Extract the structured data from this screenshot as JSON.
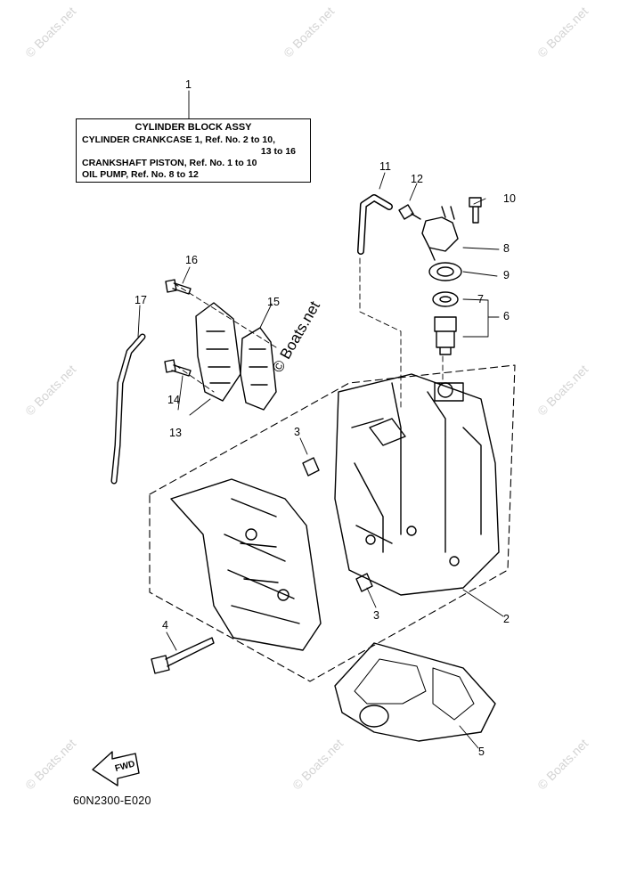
{
  "legend": {
    "title": "CYLINDER BLOCK ASSY",
    "line1": "CYLINDER CRANKCASE 1,  Ref. No. 2 to 10,",
    "line1_cont": "13  to  16",
    "line2": "CRANKSHAFT PISTON,  Ref. No. 1 to 10",
    "line3": "OIL PUMP,  Ref. No. 8 to 12"
  },
  "callouts": [
    "1",
    "2",
    "3",
    "3",
    "4",
    "5",
    "6",
    "7",
    "8",
    "9",
    "10",
    "11",
    "12",
    "13",
    "14",
    "15",
    "16",
    "17"
  ],
  "diagram_code": "60N2300-E020",
  "watermark": "© Boats.net",
  "fwd_label": "FWD"
}
